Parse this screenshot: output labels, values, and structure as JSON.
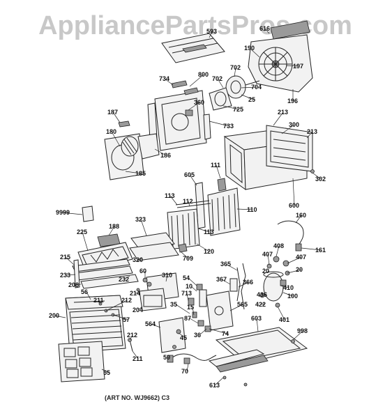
{
  "watermark": "AppliancePartsPros.com",
  "art_number": "(ART NO. WJ9662) C3",
  "callouts": [
    {
      "id": "c593",
      "label": "593"
    },
    {
      "id": "c616",
      "label": "616"
    },
    {
      "id": "c190",
      "label": "190"
    },
    {
      "id": "c197",
      "label": "197"
    },
    {
      "id": "c702a",
      "label": "702"
    },
    {
      "id": "c702b",
      "label": "702"
    },
    {
      "id": "c704",
      "label": "704"
    },
    {
      "id": "c196",
      "label": "196"
    },
    {
      "id": "c800",
      "label": "800"
    },
    {
      "id": "c734",
      "label": "734"
    },
    {
      "id": "c360",
      "label": "360"
    },
    {
      "id": "c725",
      "label": "725"
    },
    {
      "id": "c25",
      "label": "25"
    },
    {
      "id": "c733",
      "label": "733"
    },
    {
      "id": "c187",
      "label": "187"
    },
    {
      "id": "c180",
      "label": "180"
    },
    {
      "id": "c186",
      "label": "186"
    },
    {
      "id": "c185",
      "label": "185"
    },
    {
      "id": "c213a",
      "label": "213"
    },
    {
      "id": "c300",
      "label": "300"
    },
    {
      "id": "c213b",
      "label": "213"
    },
    {
      "id": "c302",
      "label": "302"
    },
    {
      "id": "c111",
      "label": "111"
    },
    {
      "id": "c605",
      "label": "605"
    },
    {
      "id": "c600",
      "label": "600"
    },
    {
      "id": "c113a",
      "label": "113"
    },
    {
      "id": "c112",
      "label": "112"
    },
    {
      "id": "c110",
      "label": "110"
    },
    {
      "id": "c113b",
      "label": "113"
    },
    {
      "id": "c9999",
      "label": "9999"
    },
    {
      "id": "c188",
      "label": "188"
    },
    {
      "id": "c323",
      "label": "323"
    },
    {
      "id": "c225",
      "label": "225"
    },
    {
      "id": "c120",
      "label": "120"
    },
    {
      "id": "c320",
      "label": "320"
    },
    {
      "id": "c709",
      "label": "709"
    },
    {
      "id": "c160",
      "label": "160"
    },
    {
      "id": "c161",
      "label": "161"
    },
    {
      "id": "c215",
      "label": "215"
    },
    {
      "id": "c233",
      "label": "233"
    },
    {
      "id": "c208",
      "label": "208"
    },
    {
      "id": "c60",
      "label": "60"
    },
    {
      "id": "c310",
      "label": "310"
    },
    {
      "id": "c232",
      "label": "232"
    },
    {
      "id": "c214",
      "label": "214"
    },
    {
      "id": "c56",
      "label": "56"
    },
    {
      "id": "c211a",
      "label": "211"
    },
    {
      "id": "c212a",
      "label": "212"
    },
    {
      "id": "c204",
      "label": "204"
    },
    {
      "id": "c200",
      "label": "200"
    },
    {
      "id": "c57",
      "label": "57"
    },
    {
      "id": "c54",
      "label": "54"
    },
    {
      "id": "c10",
      "label": "10"
    },
    {
      "id": "c713",
      "label": "713"
    },
    {
      "id": "c35",
      "label": "35"
    },
    {
      "id": "c15",
      "label": "15"
    },
    {
      "id": "c87",
      "label": "87"
    },
    {
      "id": "c564",
      "label": "564"
    },
    {
      "id": "c45",
      "label": "45"
    },
    {
      "id": "c36",
      "label": "36"
    },
    {
      "id": "c74",
      "label": "74"
    },
    {
      "id": "c565",
      "label": "565"
    },
    {
      "id": "c365",
      "label": "365"
    },
    {
      "id": "c367",
      "label": "367"
    },
    {
      "id": "c366",
      "label": "366"
    },
    {
      "id": "c408",
      "label": "408"
    },
    {
      "id": "c407a",
      "label": "407"
    },
    {
      "id": "c407b",
      "label": "407"
    },
    {
      "id": "c20a",
      "label": "20"
    },
    {
      "id": "c20b",
      "label": "20"
    },
    {
      "id": "c410",
      "label": "410"
    },
    {
      "id": "c436",
      "label": "436"
    },
    {
      "id": "c100",
      "label": "100"
    },
    {
      "id": "c422",
      "label": "422"
    },
    {
      "id": "c401",
      "label": "401"
    },
    {
      "id": "c603",
      "label": "603"
    },
    {
      "id": "c998",
      "label": "998"
    },
    {
      "id": "c212b",
      "label": "212"
    },
    {
      "id": "c211b",
      "label": "211"
    },
    {
      "id": "c55",
      "label": "55"
    },
    {
      "id": "c50",
      "label": "50"
    },
    {
      "id": "c70",
      "label": "70"
    },
    {
      "id": "c613",
      "label": "613"
    }
  ]
}
